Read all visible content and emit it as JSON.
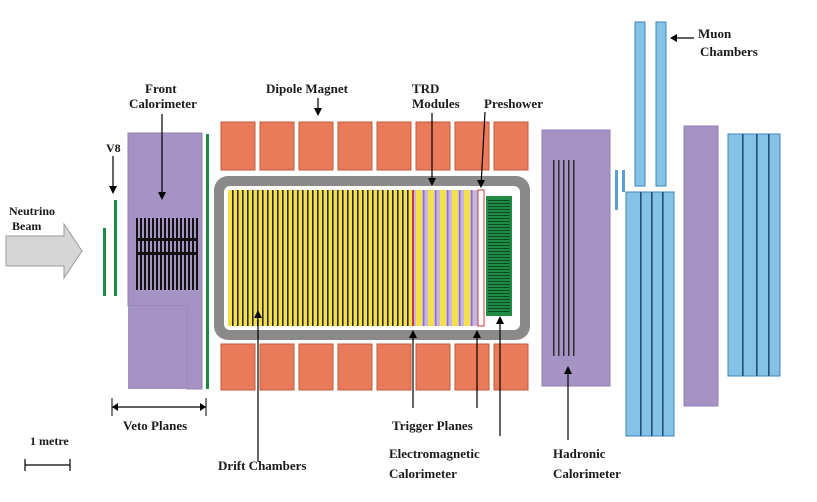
{
  "labels": {
    "neutrino_beam_line1": "Neutrino",
    "neutrino_beam_line2": "Beam",
    "v8": "V8",
    "front_cal_line1": "Front",
    "front_cal_line2": "Calorimeter",
    "dipole_magnet": "Dipole Magnet",
    "trd_line1": "TRD",
    "trd_line2": "Modules",
    "preshower": "Preshower",
    "muon_line1": "Muon",
    "muon_line2": "Chambers",
    "veto_planes": "Veto Planes",
    "one_metre": "1 metre",
    "drift_chambers": "Drift Chambers",
    "trigger_planes": "Trigger  Planes",
    "em_cal_line1": "Electromagnetic",
    "em_cal_line2": "Calorimeter",
    "hadronic_line1": "Hadronic",
    "hadronic_line2": "Calorimeter"
  },
  "colors": {
    "purple": "#a593c4",
    "magnet": "#e97a5a",
    "drift_fill": "#f4e04a",
    "drift_line": "#2b2b2b",
    "em_green": "#1f8a44",
    "muon_blue": "#86c2e6",
    "muon_dark": "#1f4e7a",
    "frame_gray": "#8a8a8a"
  }
}
